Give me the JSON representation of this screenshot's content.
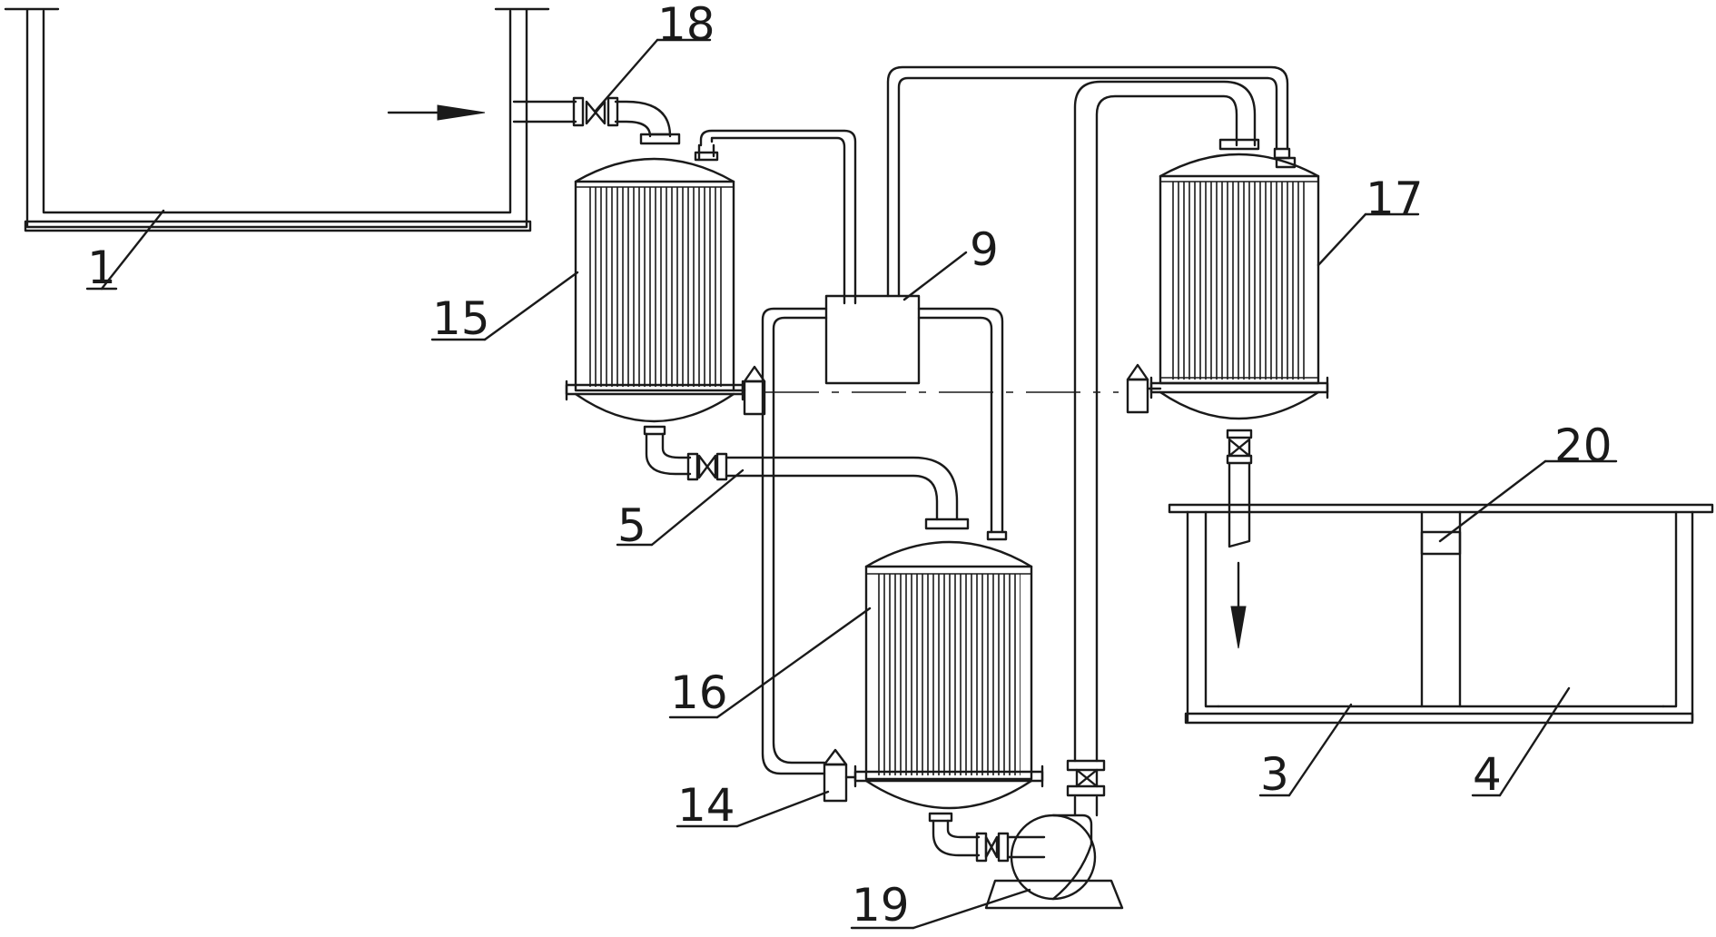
{
  "labels": {
    "l1": "1",
    "l3": "3",
    "l4": "4",
    "l5": "5",
    "l9": "9",
    "l14": "14",
    "l15": "15",
    "l16": "16",
    "l17": "17",
    "l18": "18",
    "l19": "19",
    "l20": "20"
  }
}
